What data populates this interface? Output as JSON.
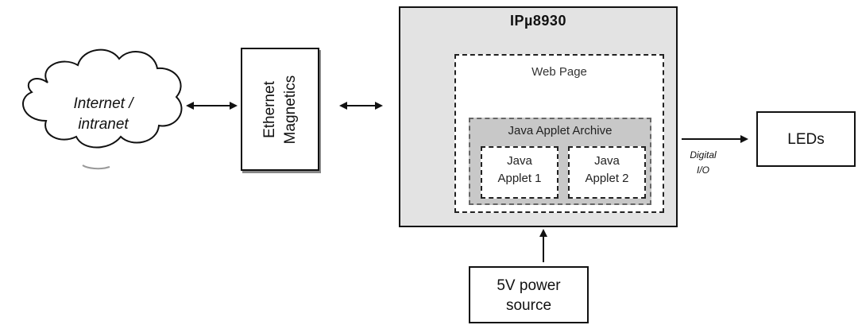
{
  "diagram": {
    "cloud": {
      "line1": "Internet /",
      "line2": "intranet"
    },
    "magnetics": {
      "line1": "Ethernet",
      "line2": "Magnetics"
    },
    "module": {
      "title": "IPµ8930",
      "web_page": "Web Page",
      "archive": "Java Applet Archive",
      "applet1": {
        "line1": "Java",
        "line2": "Applet 1"
      },
      "applet2": {
        "line1": "Java",
        "line2": "Applet 2"
      }
    },
    "leds": "LEDs",
    "digital_io": {
      "line1": "Digital",
      "line2": "I/O"
    },
    "power": {
      "line1": "5V power",
      "line2": "source"
    }
  }
}
